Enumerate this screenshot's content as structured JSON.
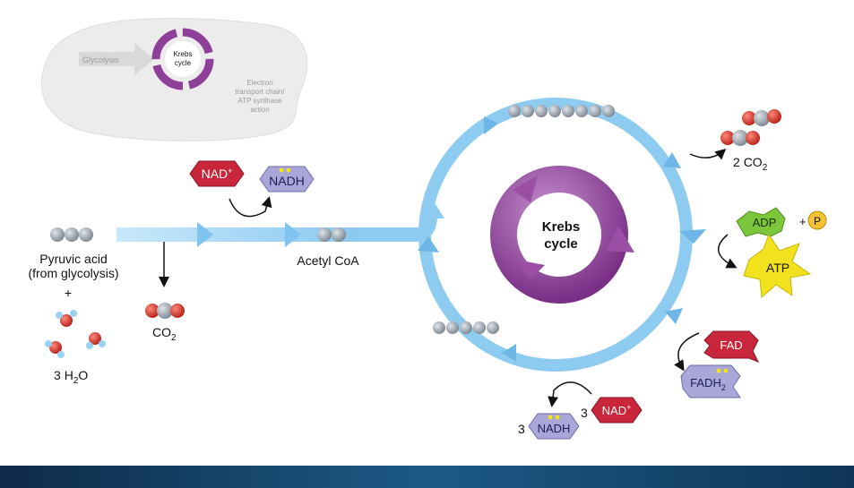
{
  "inset": {
    "glycolysis": "Glycolysis",
    "krebs_line1": "Krebs",
    "krebs_line2": "cycle",
    "etc_line1": "Electron",
    "etc_line2": "transport chain/",
    "etc_line3": "ATP synthase",
    "etc_line4": "action"
  },
  "left": {
    "pyruvic_line1": "Pyruvic acid",
    "pyruvic_line2": "(from glycolysis)",
    "plus": "+",
    "water_count": "3",
    "water_h": "H",
    "water_sub": "2",
    "water_o": "O",
    "co2": "CO",
    "co2_sub": "2",
    "nad_plus": "NAD",
    "nad_sup": "+",
    "nadh": "NADH",
    "acetyl": "Acetyl CoA"
  },
  "cycle": {
    "center_line1": "Krebs",
    "center_line2": "cycle",
    "co2_count": "2",
    "co2": "CO",
    "co2_sub": "2",
    "adp": "ADP",
    "plus": "+",
    "p": "P",
    "atp": "ATP",
    "fad": "FAD",
    "fadh": "FADH",
    "fadh_sub": "2",
    "nad_count": "3",
    "nad": "NAD",
    "nad_sup": "+",
    "nadh_count": "3",
    "nadh": "NADH"
  },
  "colors": {
    "arrow_blue": "#8ecbf0",
    "cycle_purple": "#8e3f97",
    "nad_red": "#c8263a",
    "nadh_lavender": "#a9a6d8",
    "adp_green": "#7bc63b",
    "atp_yellow": "#f2e21d",
    "footer_blue": "#12426a"
  }
}
